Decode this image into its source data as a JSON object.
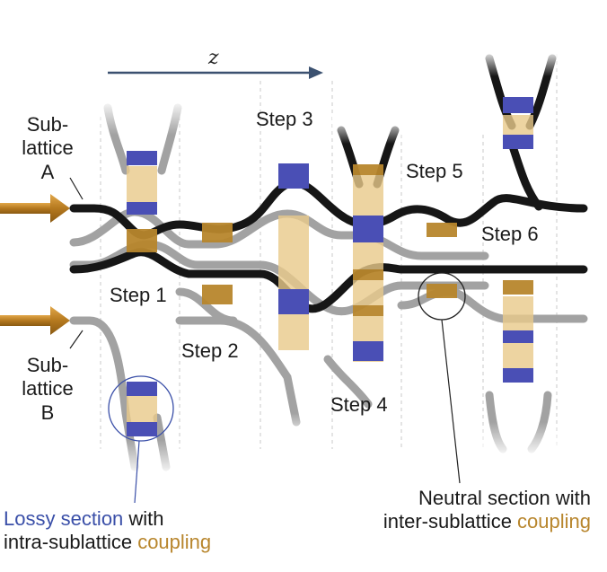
{
  "axis": {
    "label": "z"
  },
  "labels": {
    "sublattice_a": [
      "Sub-",
      "lattice",
      "A"
    ],
    "sublattice_b": [
      "Sub-",
      "lattice",
      "B"
    ],
    "steps": [
      "Step 1",
      "Step 2",
      "Step 3",
      "Step 4",
      "Step 5",
      "Step 6"
    ]
  },
  "captions": {
    "left_line1_part1": "Lossy section",
    "left_line1_part2": " with",
    "left_line2_part1": "intra-sublattice ",
    "left_line2_part2": "coupling",
    "right_line1": "Neutral section with",
    "right_line2_part1": "inter-sublattice ",
    "right_line2_part2": "coupling"
  },
  "colors": {
    "black_waveguide": "#151515",
    "gray_waveguide": "#9a9a9a",
    "lossy": "#4a4fb5",
    "coupling": "#c8953a",
    "arrow": "#3b5170",
    "input_arrow": "#b5791f"
  }
}
